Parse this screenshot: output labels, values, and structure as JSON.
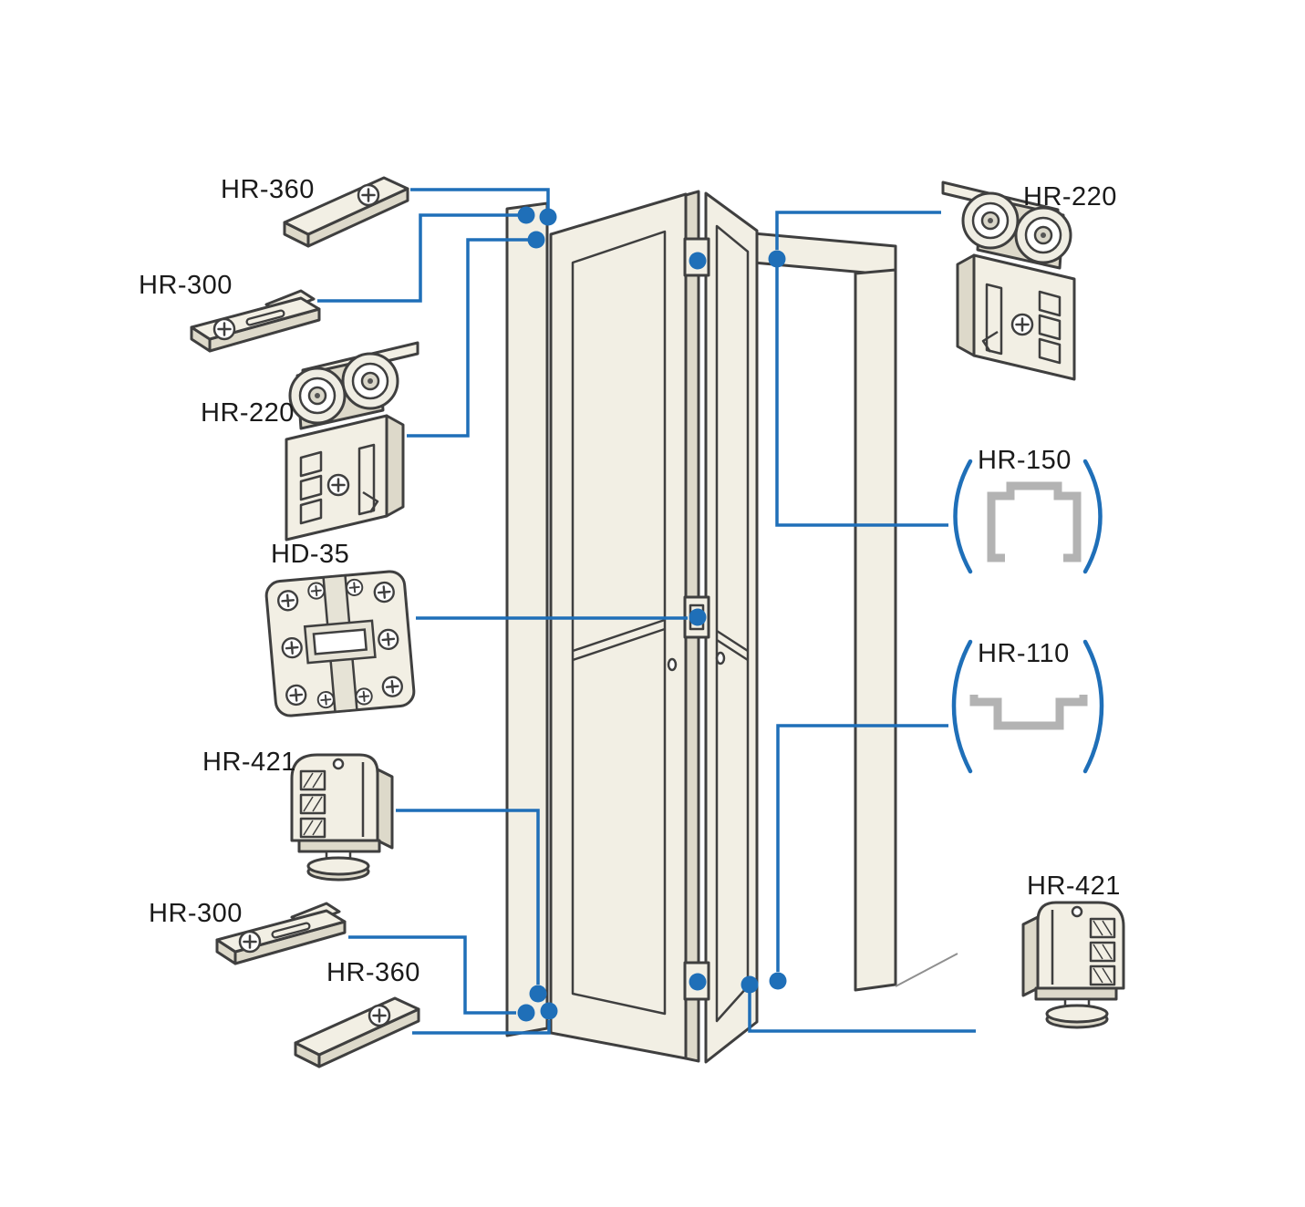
{
  "labels": {
    "hr360_top": "HR-360",
    "hr300_top": "HR-300",
    "hr220_left": "HR-220",
    "hd35": "HD-35",
    "hr421_left": "HR-421",
    "hr300_bottom": "HR-300",
    "hr360_bottom": "HR-360",
    "hr220_right": "HR-220",
    "hr150": "HR-150",
    "hr110": "HR-110",
    "hr421_right": "HR-421"
  },
  "colors": {
    "accent": "#1f6fb8",
    "outline": "#3f3f3f",
    "panel": "#f2efe4",
    "shade": "#ddd9ca",
    "profile": "#b3b3b3",
    "bg": "#ffffff",
    "text": "#1a1a1a"
  }
}
